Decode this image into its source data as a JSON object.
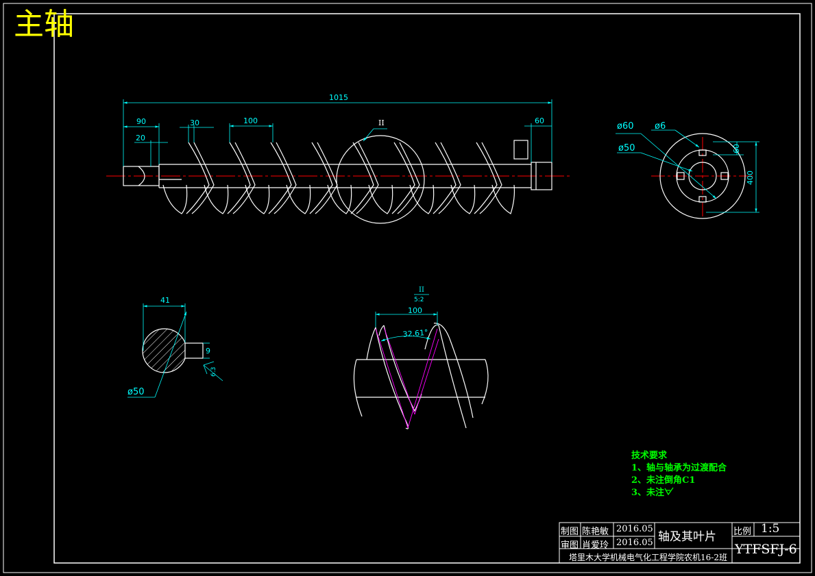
{
  "page_title": "主轴",
  "views": {
    "main": {
      "dim_total": "1015",
      "dim_left": "90",
      "dim_left_inner": "20",
      "dim_flight": "30",
      "dim_pitch": "100",
      "dim_right": "60",
      "detail_callout": "II"
    },
    "end": {
      "dia_outer": "ø60",
      "dia_hole": "ø6",
      "dia_shaft": "ø50",
      "dim_small": "60",
      "dim_height": "400"
    },
    "section": {
      "dim_width": "41",
      "dim_key": "9",
      "dia": "ø50",
      "roughness": "6.3"
    },
    "detail": {
      "label_top": "II",
      "label_scale": "5:2",
      "dim_pitch": "100",
      "angle": "32.61°"
    }
  },
  "tech_requirements": {
    "title": "技术要求",
    "items": [
      "1、轴与轴承为过渡配合",
      "2、未注倒角C1",
      "3、未注"
    ]
  },
  "title_block": {
    "drawn_label": "制图",
    "drawn_name": "陈艳敏",
    "drawn_date": "2016.05",
    "checked_label": "审图",
    "checked_name": "肖爱玲",
    "checked_date": "2016.05",
    "part_name": "轴及其叶片",
    "scale_label": "比例",
    "scale_value": "1:5",
    "drawing_no": "YTFSFJ-6",
    "organization": "塔里木大学机械电气化工程学院农机16-2班"
  },
  "colors": {
    "background": "#000000",
    "outline": "#ffffff",
    "dimension": "#00ffff",
    "centerline": "#ff0000",
    "title": "#ffff00",
    "notes": "#00ff00",
    "helix_guide": "#ff00ff"
  }
}
